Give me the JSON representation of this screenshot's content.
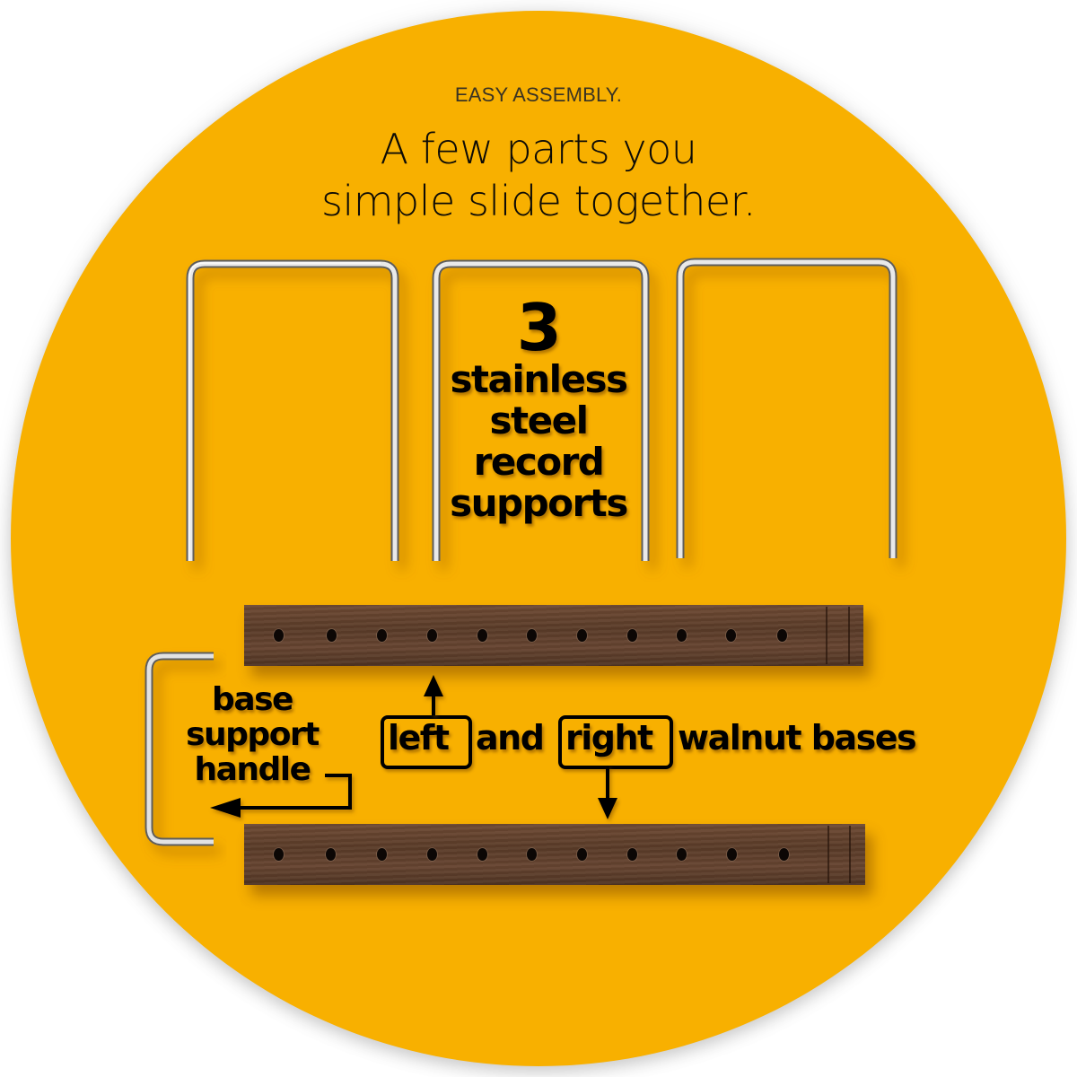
{
  "header": {
    "eyebrow": "EASY ASSEMBLY.",
    "headline_line1": "A few parts you",
    "headline_line2": "simple slide together."
  },
  "supports_callout": {
    "count": "3",
    "lines": [
      "stainless",
      "steel",
      "record",
      "supports"
    ]
  },
  "handle_callout": {
    "lines": [
      "base",
      "support",
      "handle"
    ]
  },
  "bases_callout": {
    "left_label": "left",
    "connector": "and",
    "right_label": "right",
    "suffix": "walnut bases"
  },
  "parts": {
    "staples": [
      {
        "name": "record-support-1"
      },
      {
        "name": "record-support-2"
      },
      {
        "name": "record-support-3"
      }
    ],
    "bases": [
      {
        "name": "left-walnut-base",
        "holes": 11
      },
      {
        "name": "right-walnut-base",
        "holes": 11
      }
    ],
    "handle": {
      "name": "base-support-handle"
    }
  },
  "colors": {
    "background_disc": "#f8b000",
    "page": "#ffffff",
    "walnut": "#5e3e2a",
    "steel": "#d8d8d8",
    "text": "#000000"
  }
}
